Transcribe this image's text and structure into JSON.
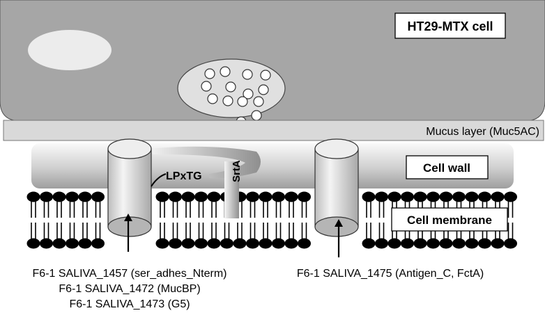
{
  "labels": {
    "cell": "HT29-MTX cell",
    "mucus": "Mucus layer (Muc5AC)",
    "cell_wall": "Cell wall",
    "cell_membrane": "Cell membrane",
    "lpxtg": "LPxTG",
    "srta": "SrtA"
  },
  "proteins_left": [
    "F6-1 SALIVA_1457 (ser_adhes_Nterm)",
    "F6-1 SALIVA_1472 (MucBP)",
    "F6-1 SALIVA_1473 (G5)"
  ],
  "proteins_right": [
    "F6-1 SALIVA_1475 (Antigen_C, FctA)"
  ],
  "colors": {
    "cell_fill": "#a6a6a6",
    "mucus_fill": "#d9d9d9",
    "wall_gradient": [
      "#f2f2f2",
      "#a6a6a6"
    ],
    "membrane_heads": "#000000",
    "protein_fill": "#e6e6e6"
  }
}
